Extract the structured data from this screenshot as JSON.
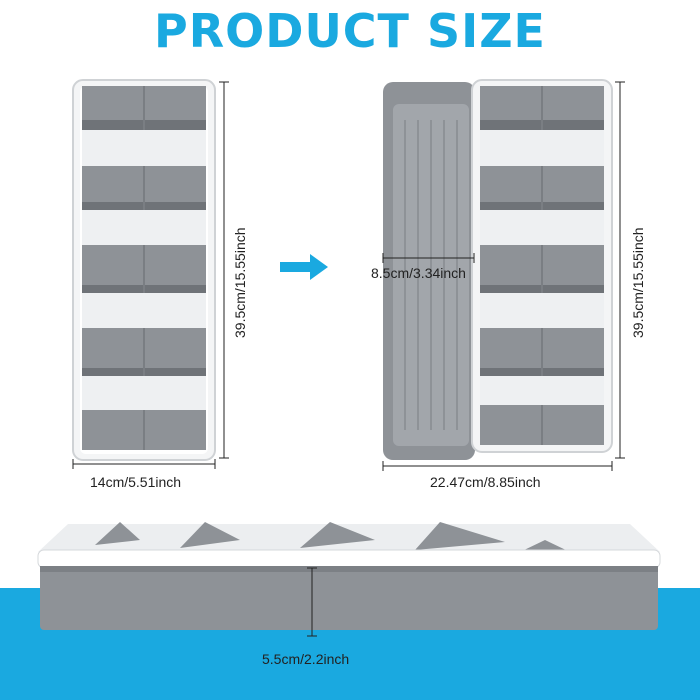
{
  "title": "PRODUCT SIZE",
  "colors": {
    "accent": "#1aa9e0",
    "tray_gray": "#8e9297",
    "tray_dark": "#6f7378",
    "tray_white": "#f4f5f6"
  },
  "dimensions": {
    "single_height": "39.5cm/15.55inch",
    "single_width": "14cm/5.51inch",
    "combined_height": "39.5cm/15.55inch",
    "combined_width": "22.47cm/8.85inch",
    "side_tray_width": "8.5cm/3.34inch",
    "depth": "5.5cm/2.2inch"
  },
  "icons": {
    "direction": "arrow-right-icon"
  }
}
